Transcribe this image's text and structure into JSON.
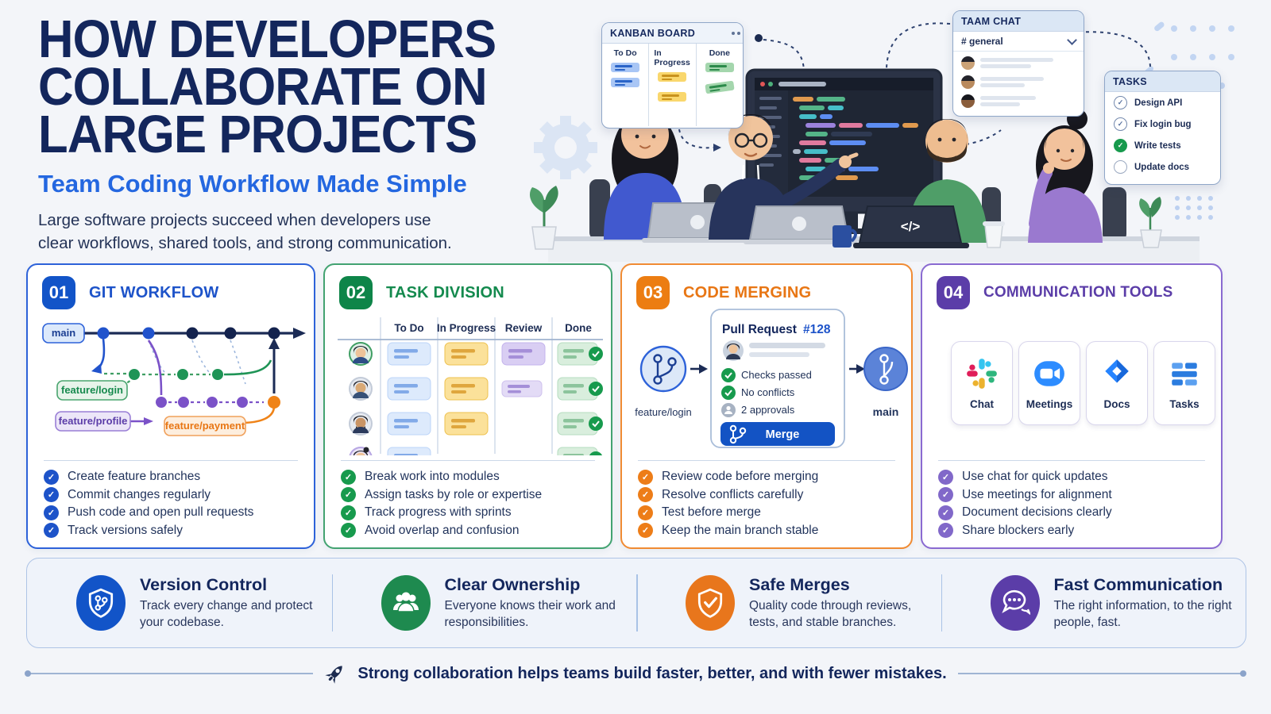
{
  "page": {
    "background": "#f3f5f9"
  },
  "header": {
    "title_lines": [
      "HOW DEVELOPERS",
      "COLLABORATE ON",
      "LARGE PROJECTS"
    ],
    "subtitle": "Team Coding Workflow Made Simple",
    "description": "Large software projects succeed when developers use clear workflows, shared tools, and strong communication."
  },
  "illustration": {
    "kanban": {
      "title": "KANBAN BOARD",
      "columns": [
        "To Do",
        "In Progress",
        "Done"
      ]
    },
    "chat": {
      "title": "TAAM CHAT",
      "channel": "# general"
    },
    "tasks": {
      "title": "TASKS",
      "items": [
        {
          "label": "Design API",
          "state": "outline"
        },
        {
          "label": "Fix login bug",
          "state": "outline"
        },
        {
          "label": "Write tests",
          "state": "done"
        },
        {
          "label": "Update docs",
          "state": "empty"
        }
      ]
    },
    "laptop_code_symbol": "</>"
  },
  "cards": [
    {
      "number": "01",
      "title": "GIT WORKFLOW",
      "accent": "#1d53c9",
      "branches": {
        "main": "main",
        "login": "feature/login",
        "profile": "feature/profile",
        "payment": "feature/payment"
      },
      "checklist": [
        "Create feature branches",
        "Commit changes regularly",
        "Push code and open pull requests",
        "Track versions safely"
      ]
    },
    {
      "number": "02",
      "title": "TASK DIVISION",
      "accent": "#148a4e",
      "columns": [
        "To Do",
        "In Progress",
        "Review",
        "Done"
      ],
      "checklist": [
        "Break work into modules",
        "Assign tasks by role or expertise",
        "Track progress with sprints",
        "Avoid overlap and confusion"
      ]
    },
    {
      "number": "03",
      "title": "CODE MERGING",
      "accent": "#e87614",
      "pull_request": {
        "title": "Pull Request",
        "id": "#128",
        "checks": [
          "Checks passed",
          "No conflicts",
          "2 approvals"
        ],
        "merge_label": "Merge",
        "source_branch": "feature/login",
        "target_branch": "main"
      },
      "checklist": [
        "Review code before merging",
        "Resolve conflicts carefully",
        "Test before merge",
        "Keep the main branch stable"
      ]
    },
    {
      "number": "04",
      "title": "COMMUNICATION TOOLS",
      "accent": "#5b3da8",
      "tools": [
        {
          "name": "Chat",
          "icon": "slack-icon"
        },
        {
          "name": "Meetings",
          "icon": "zoom-icon"
        },
        {
          "name": "Docs",
          "icon": "jira-icon"
        },
        {
          "name": "Tasks",
          "icon": "tasks-icon"
        }
      ],
      "checklist": [
        "Use chat for quick updates",
        "Use meetings for alignment",
        "Document decisions clearly",
        "Share blockers early"
      ]
    }
  ],
  "benefits": [
    {
      "title": "Version Control",
      "description": "Track every change and protect your codebase.",
      "color": "#1254c8",
      "icon": "shield-branch-icon"
    },
    {
      "title": "Clear Ownership",
      "description": "Everyone knows their work and responsibilities.",
      "color": "#1e8a4f",
      "icon": "team-icon"
    },
    {
      "title": "Safe Merges",
      "description": "Quality code through reviews, tests, and stable branches.",
      "color": "#e8761c",
      "icon": "shield-check-icon"
    },
    {
      "title": "Fast Communication",
      "description": "The right information, to the right people, fast.",
      "color": "#5b3da8",
      "icon": "chat-bubble-icon"
    }
  ],
  "footer": {
    "message": "Strong collaboration helps teams build faster, better, and with fewer mistakes."
  }
}
